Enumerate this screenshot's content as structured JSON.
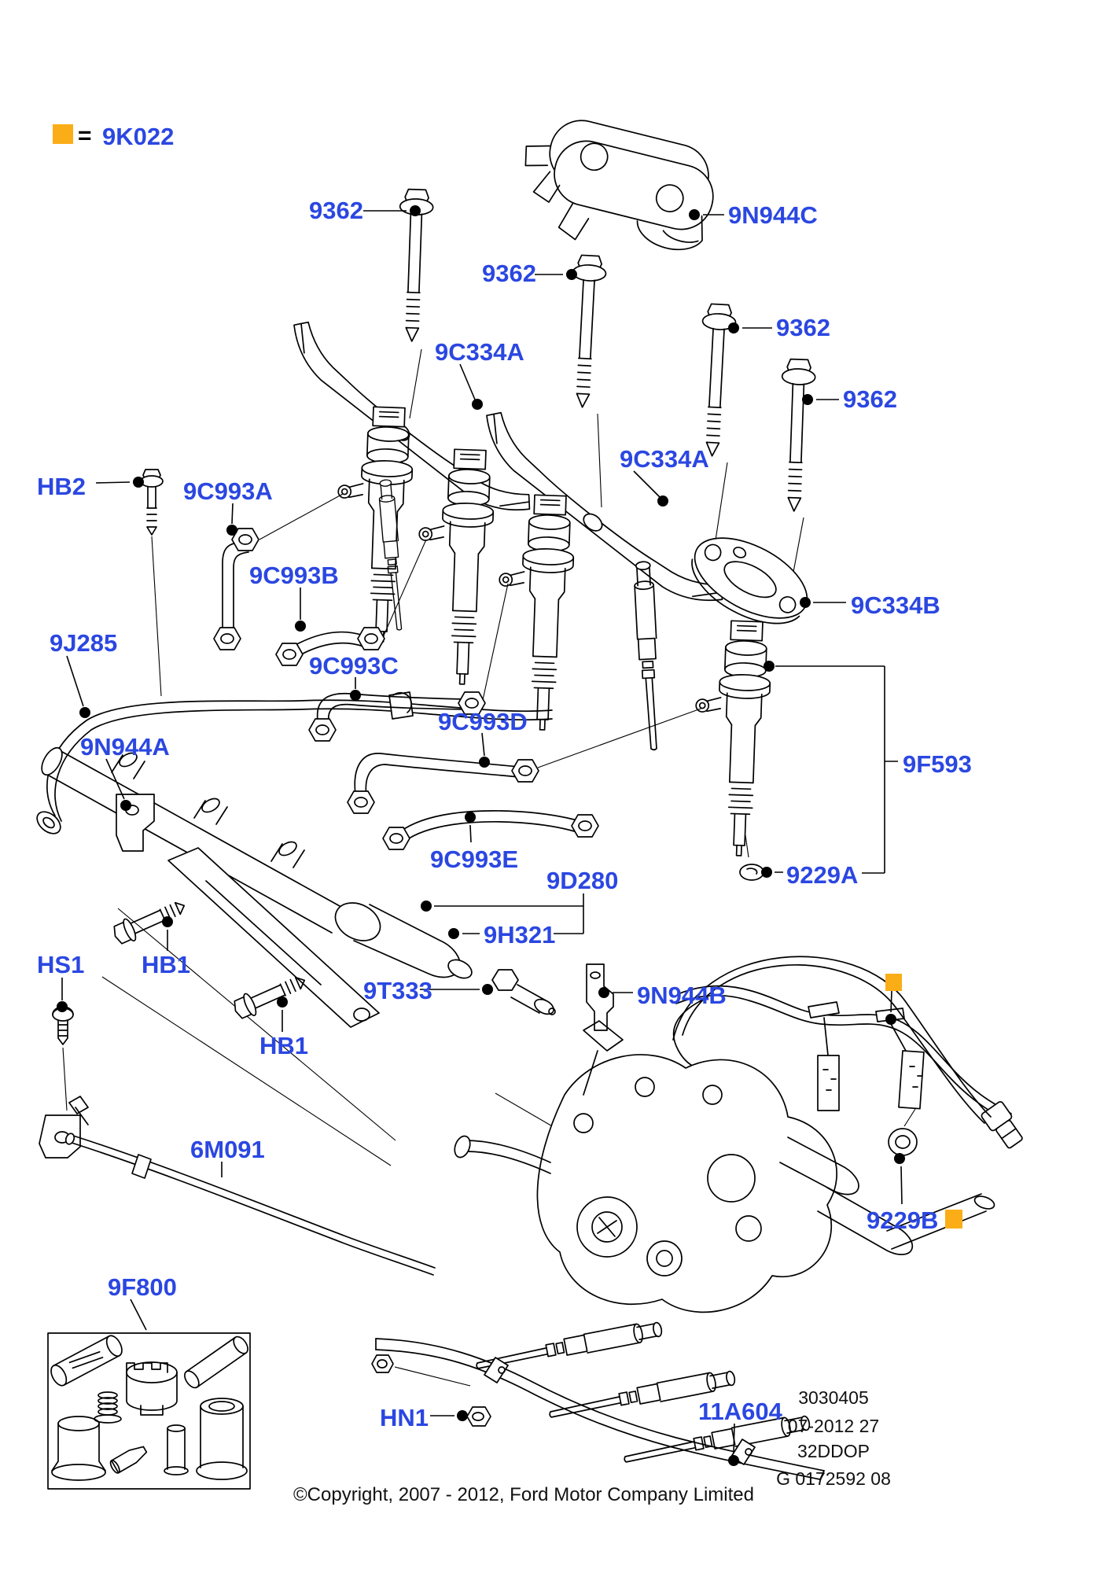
{
  "legend": {
    "equals": "=",
    "code": "9K022"
  },
  "callouts": [
    {
      "text": "9362"
    },
    {
      "text": "9362"
    },
    {
      "text": "9N944C"
    },
    {
      "text": "9362"
    },
    {
      "text": "9362"
    },
    {
      "text": "9C334A"
    },
    {
      "text": "9C334A"
    },
    {
      "text": "HB2"
    },
    {
      "text": "9C993A"
    },
    {
      "text": "9C993B"
    },
    {
      "text": "9J285"
    },
    {
      "text": "9C993C"
    },
    {
      "text": "9N944A"
    },
    {
      "text": "9C993D"
    },
    {
      "text": "9C334B"
    },
    {
      "text": "9F593"
    },
    {
      "text": "9C993E"
    },
    {
      "text": "9D280"
    },
    {
      "text": "9H321"
    },
    {
      "text": "9229A"
    },
    {
      "text": "HS1"
    },
    {
      "text": "HB1"
    },
    {
      "text": "9T333"
    },
    {
      "text": "9N944B"
    },
    {
      "text": "HB1"
    },
    {
      "text": "6M091"
    },
    {
      "text": "9F800"
    },
    {
      "text": "HN1"
    },
    {
      "text": "11A604"
    },
    {
      "text": "9229B"
    }
  ],
  "footer": {
    "copyright": "©Copyright, 2007 - 2012, Ford Motor Company Limited",
    "plate": [
      "3030405",
      "07-2012 27",
      "32DDOP",
      "G 0172592 08"
    ]
  },
  "colors": {
    "label_blue": "#2b47e1",
    "marker_orange": "#fbad17",
    "line": "#000000"
  }
}
